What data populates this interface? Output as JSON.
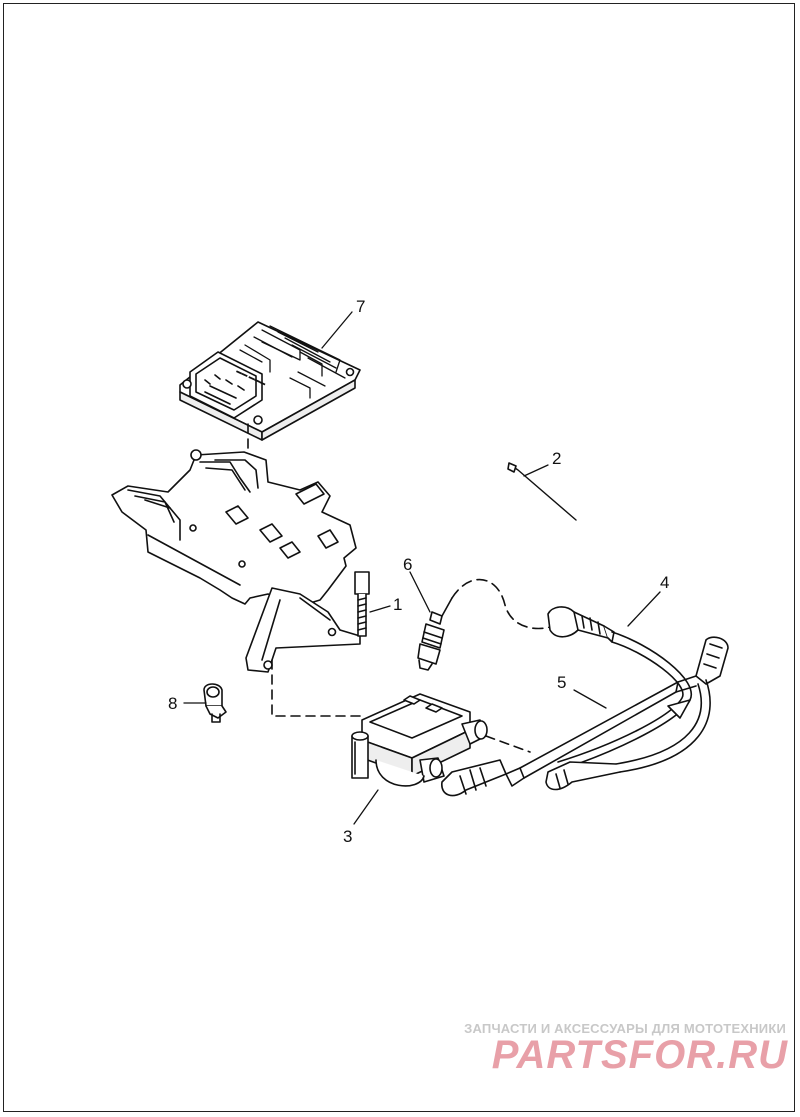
{
  "callouts": {
    "c1": "1",
    "c2": "2",
    "c3": "3",
    "c4": "4",
    "c5": "5",
    "c6": "6",
    "c7": "7",
    "c8": "8"
  },
  "watermark": {
    "tagline": "ЗАПЧАСТИ И АКСЕССУАРЫ ДЛЯ МОТОТЕХНИКИ",
    "logo": "PARTSFOR.RU",
    "tagline_color": "#c8c8c8",
    "logo_color": "#e8a0a8"
  }
}
